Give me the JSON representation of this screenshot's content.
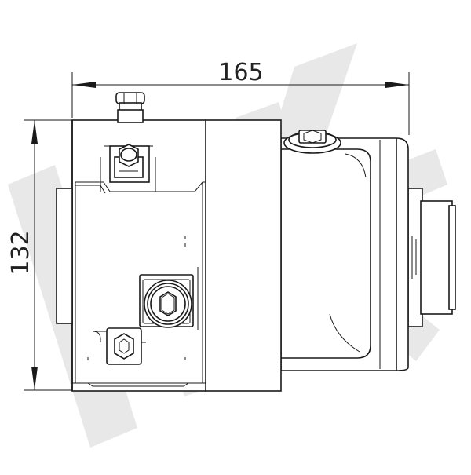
{
  "drawing": {
    "view": "side",
    "watermark": {
      "text": "HK",
      "color": "#e6e6e6"
    },
    "dimensions": [
      {
        "name": "overall-length",
        "value": "165",
        "orientation": "horizontal"
      },
      {
        "name": "overall-height",
        "value": "132",
        "orientation": "vertical"
      }
    ],
    "line_color": "#1a1a1a",
    "components": [
      "motor-housing",
      "pump-body",
      "shaft-seal",
      "oil-plug",
      "breather-fitting",
      "pressure-port",
      "bleed-screw",
      "drain-fitting"
    ]
  }
}
